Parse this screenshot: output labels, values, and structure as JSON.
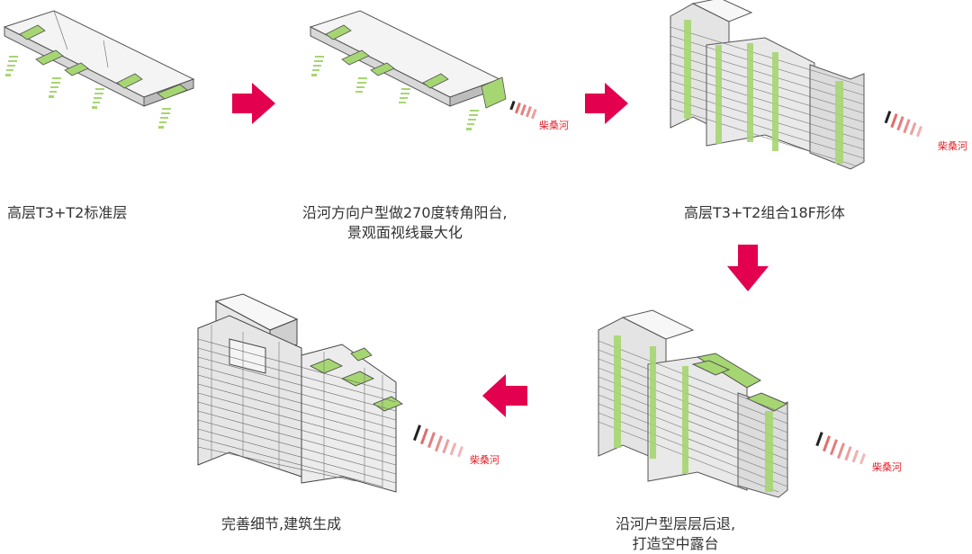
{
  "steps": [
    {
      "caption_lines": [
        "高层T3+T2标准层"
      ]
    },
    {
      "caption_lines": [
        "沿河方向户型做270度转角阳台,",
        "景观面视线最大化"
      ],
      "river_label": "柴桑河"
    },
    {
      "caption_lines": [
        "高层T3+T2组合18F形体"
      ],
      "river_label": "柴桑河"
    },
    {
      "caption_lines": [
        "沿河户型层层后退,",
        "打造空中露台"
      ],
      "river_label": "柴桑河"
    },
    {
      "caption_lines": [
        "完善细节,建筑生成"
      ],
      "river_label": "柴桑河"
    }
  ],
  "colors": {
    "arrow": "#e3004f",
    "balcony_green": "#a6d672",
    "wall": "#e9e9e9",
    "roof": "#f7f7f7",
    "line": "#555555",
    "river_red": "#d9534f"
  },
  "icons": {
    "flow_arrow": "arrow-icon",
    "view_cone": "view-cone-icon"
  }
}
